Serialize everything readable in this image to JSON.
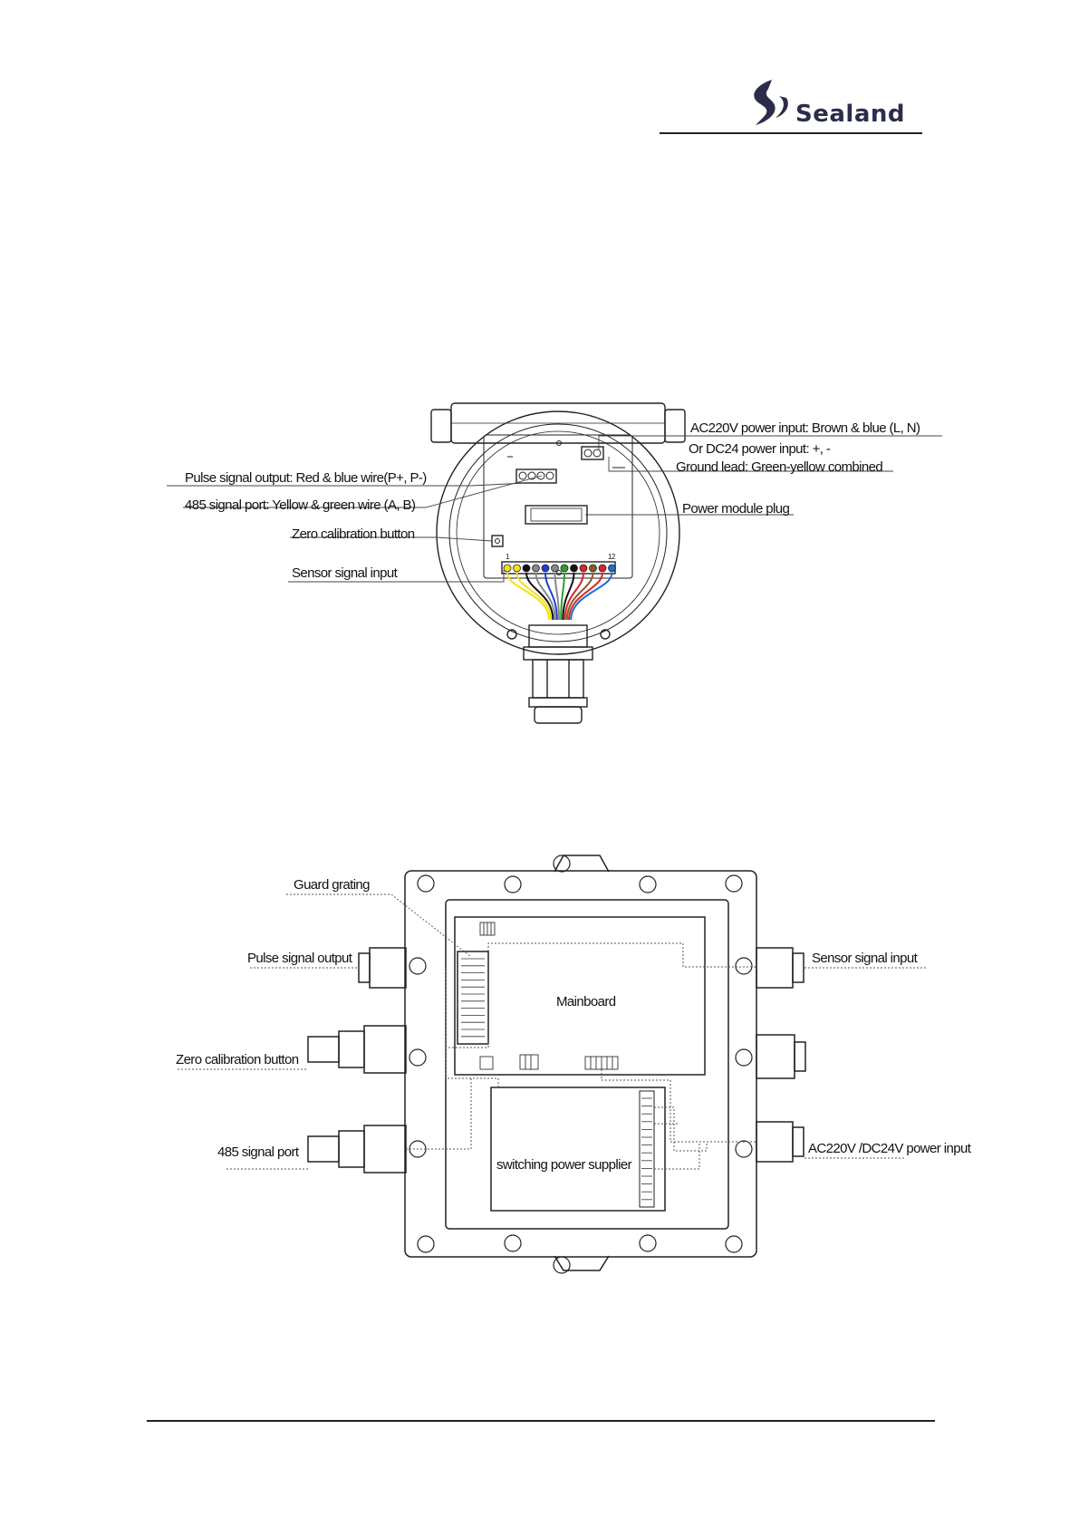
{
  "header": {
    "brand_name": "Sealand"
  },
  "figure_top": {
    "labels": {
      "ac_power": "AC220V power input: Brown & blue (L, N)",
      "dc_power": "Or DC24 power input: +, -",
      "ground": "Ground lead: Green-yellow combined",
      "pulse_output": "Pulse signal output: Red & blue wire(P+, P-)",
      "rs485": "485 signal port: Yellow & green wire (A, B)",
      "zero_button": "Zero calibration button",
      "sensor_input": "Sensor signal input",
      "power_plug": "Power module plug",
      "terminal_first": "1",
      "terminal_last": "12"
    },
    "wire_colors": [
      "#f2e21a",
      "#f2e21a",
      "#111111",
      "#888888",
      "#1a3fd0",
      "#888888",
      "#2ca02c",
      "#111111",
      "#d62728",
      "#8b5a2b",
      "#d62728",
      "#1a6fd0"
    ]
  },
  "figure_bottom": {
    "labels": {
      "guard_grating": "Guard grating",
      "pulse_output": "Pulse signal output",
      "zero_button": "Zero calibration button",
      "rs485": "485 signal port",
      "sensor_input": "Sensor signal input",
      "mainboard": "Mainboard",
      "power_supply": "switching power supplier",
      "power_input": "AC220V /DC24V power input"
    }
  }
}
